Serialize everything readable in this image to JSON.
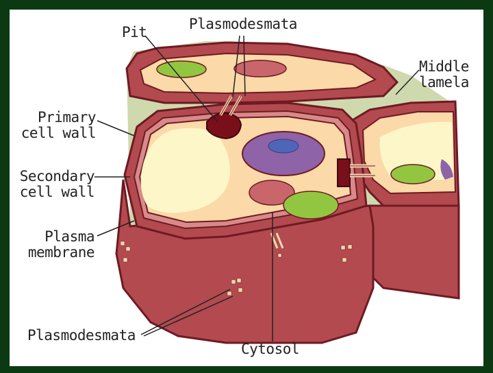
{
  "diagram": {
    "labels": {
      "pit": "Pit",
      "plasmodesmata_top": "Plasmodesmata",
      "middle_lamela_line1": "Middle",
      "middle_lamela_line2": "lamela",
      "primary_cell_wall_line1": "Primary",
      "primary_cell_wall_line2": "cell wall",
      "secondary_cell_wall_line1": "Secondary",
      "secondary_cell_wall_line2": "cell wall",
      "plasma_membrane_line1": "Plasma",
      "plasma_membrane_line2": "membrane",
      "plasmodesmata_bottom": "Plasmodesmata",
      "cytosol": "Cytosol"
    },
    "colors": {
      "border": "#0b3a12",
      "background": "#ffffff",
      "cell_wall": "#b24a4f",
      "cell_wall_dark": "#6e1a22",
      "middle_lamella": "#cfd9ae",
      "cytoplasm": "#fbd9a8",
      "vacuole": "#fdf6c8",
      "nucleus": "#8e63a8",
      "nucleolus": "#4f66b8",
      "chloroplast": "#93c640",
      "organelle_pink": "#c9666c",
      "pit_dark": "#7a0f1c"
    }
  }
}
